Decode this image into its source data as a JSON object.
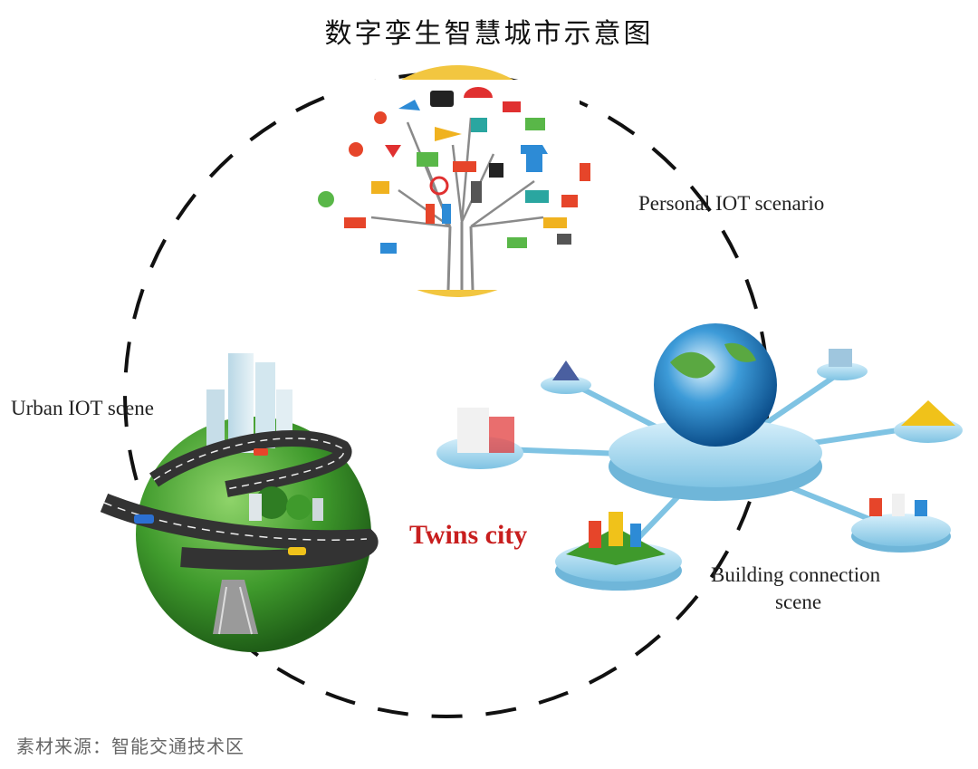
{
  "title": "数字孪生智慧城市示意图",
  "labels": {
    "personal": "Personal IOT scenario",
    "urban": "Urban IOT scene",
    "building_line1": "Building connection",
    "building_line2": "scene",
    "center": "Twins city"
  },
  "source": "素材来源：智能交通技术区",
  "colors": {
    "center_text": "#c81e1e",
    "dashed_circle": "#111111",
    "tree_circle": "#f2c640",
    "globe_green": "#3f9a2c",
    "platform_blue": "#9fd6ef"
  }
}
